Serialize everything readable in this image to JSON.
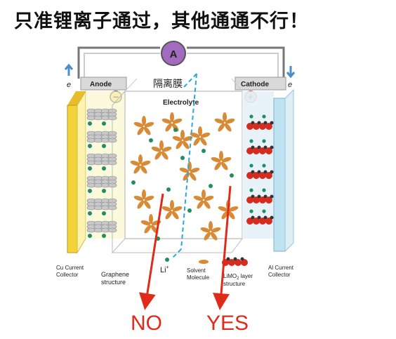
{
  "headline": "只准锂离子通过，其他通通不行！",
  "labels": {
    "ammeter": "A",
    "anode": "Anode",
    "cathode": "Cathode",
    "separator_cn": "隔离膜",
    "electrolyte": "Electrolyte",
    "electron_left": "e",
    "electron_right": "e",
    "anode_sign": "−",
    "cathode_sign": "+",
    "cu_collector_l1": "Cu Current",
    "cu_collector_l2": "Collector",
    "graphene_l1": "Graphene",
    "graphene_l2": "structure",
    "li_ion": "Li",
    "li_sup": "+",
    "solvent_l1": "Solvent",
    "solvent_l2": "Molecule",
    "limo2_l1": "LiMO",
    "limo2_sub": "2",
    "limo2_l1b": " layer",
    "limo2_l2": "structure",
    "al_collector_l1": "Al Current",
    "al_collector_l2": "Collector"
  },
  "annotations": {
    "no": "NO",
    "yes": "YES"
  },
  "colors": {
    "cu": "#f2d43a",
    "al": "#bfe3f2",
    "li": "#1f8f5f",
    "solvent": "#d98a35",
    "separator": "#2aa8d8",
    "arrow": "#e02a1a",
    "ammeter": "#a26bbf"
  }
}
